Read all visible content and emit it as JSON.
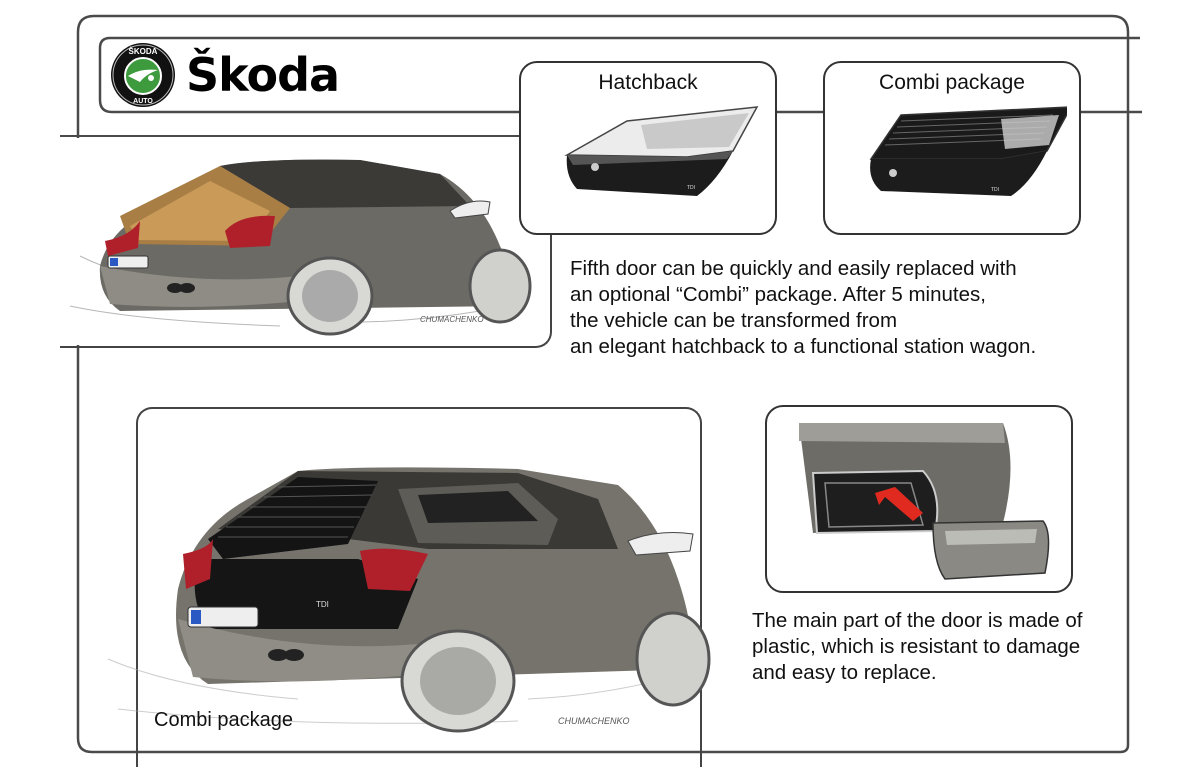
{
  "brand": {
    "name": "Škoda",
    "logo_ring_text": "ŠKODA",
    "logo_bottom_text": "AUTO",
    "colors": {
      "logo_green": "#3d9a3d",
      "logo_black": "#000000"
    }
  },
  "variants": {
    "hatchback": {
      "title": "Hatchback",
      "badge": "TDI"
    },
    "combi": {
      "title": "Combi package",
      "badge": "TDI"
    }
  },
  "description_1": {
    "lines": [
      "Fifth door can be quickly and easily replaced with",
      "an optional “Combi” package. After 5 minutes,",
      "the vehicle can be transformed from",
      "an elegant hatchback to a functional station wagon."
    ]
  },
  "description_2": {
    "lines": [
      "The main part of the door is made of",
      "plastic, which is resistant to damage",
      "and easy to replace."
    ]
  },
  "main_sketch": {
    "caption": "Combi package",
    "badge": "TDI",
    "signature": "CHUMACHENKO"
  },
  "top_sketch": {
    "signature": "CHUMACHENKO"
  },
  "colors": {
    "frame": "#555555",
    "arrow": "#e02a1f",
    "taillight": "#b0202a"
  }
}
